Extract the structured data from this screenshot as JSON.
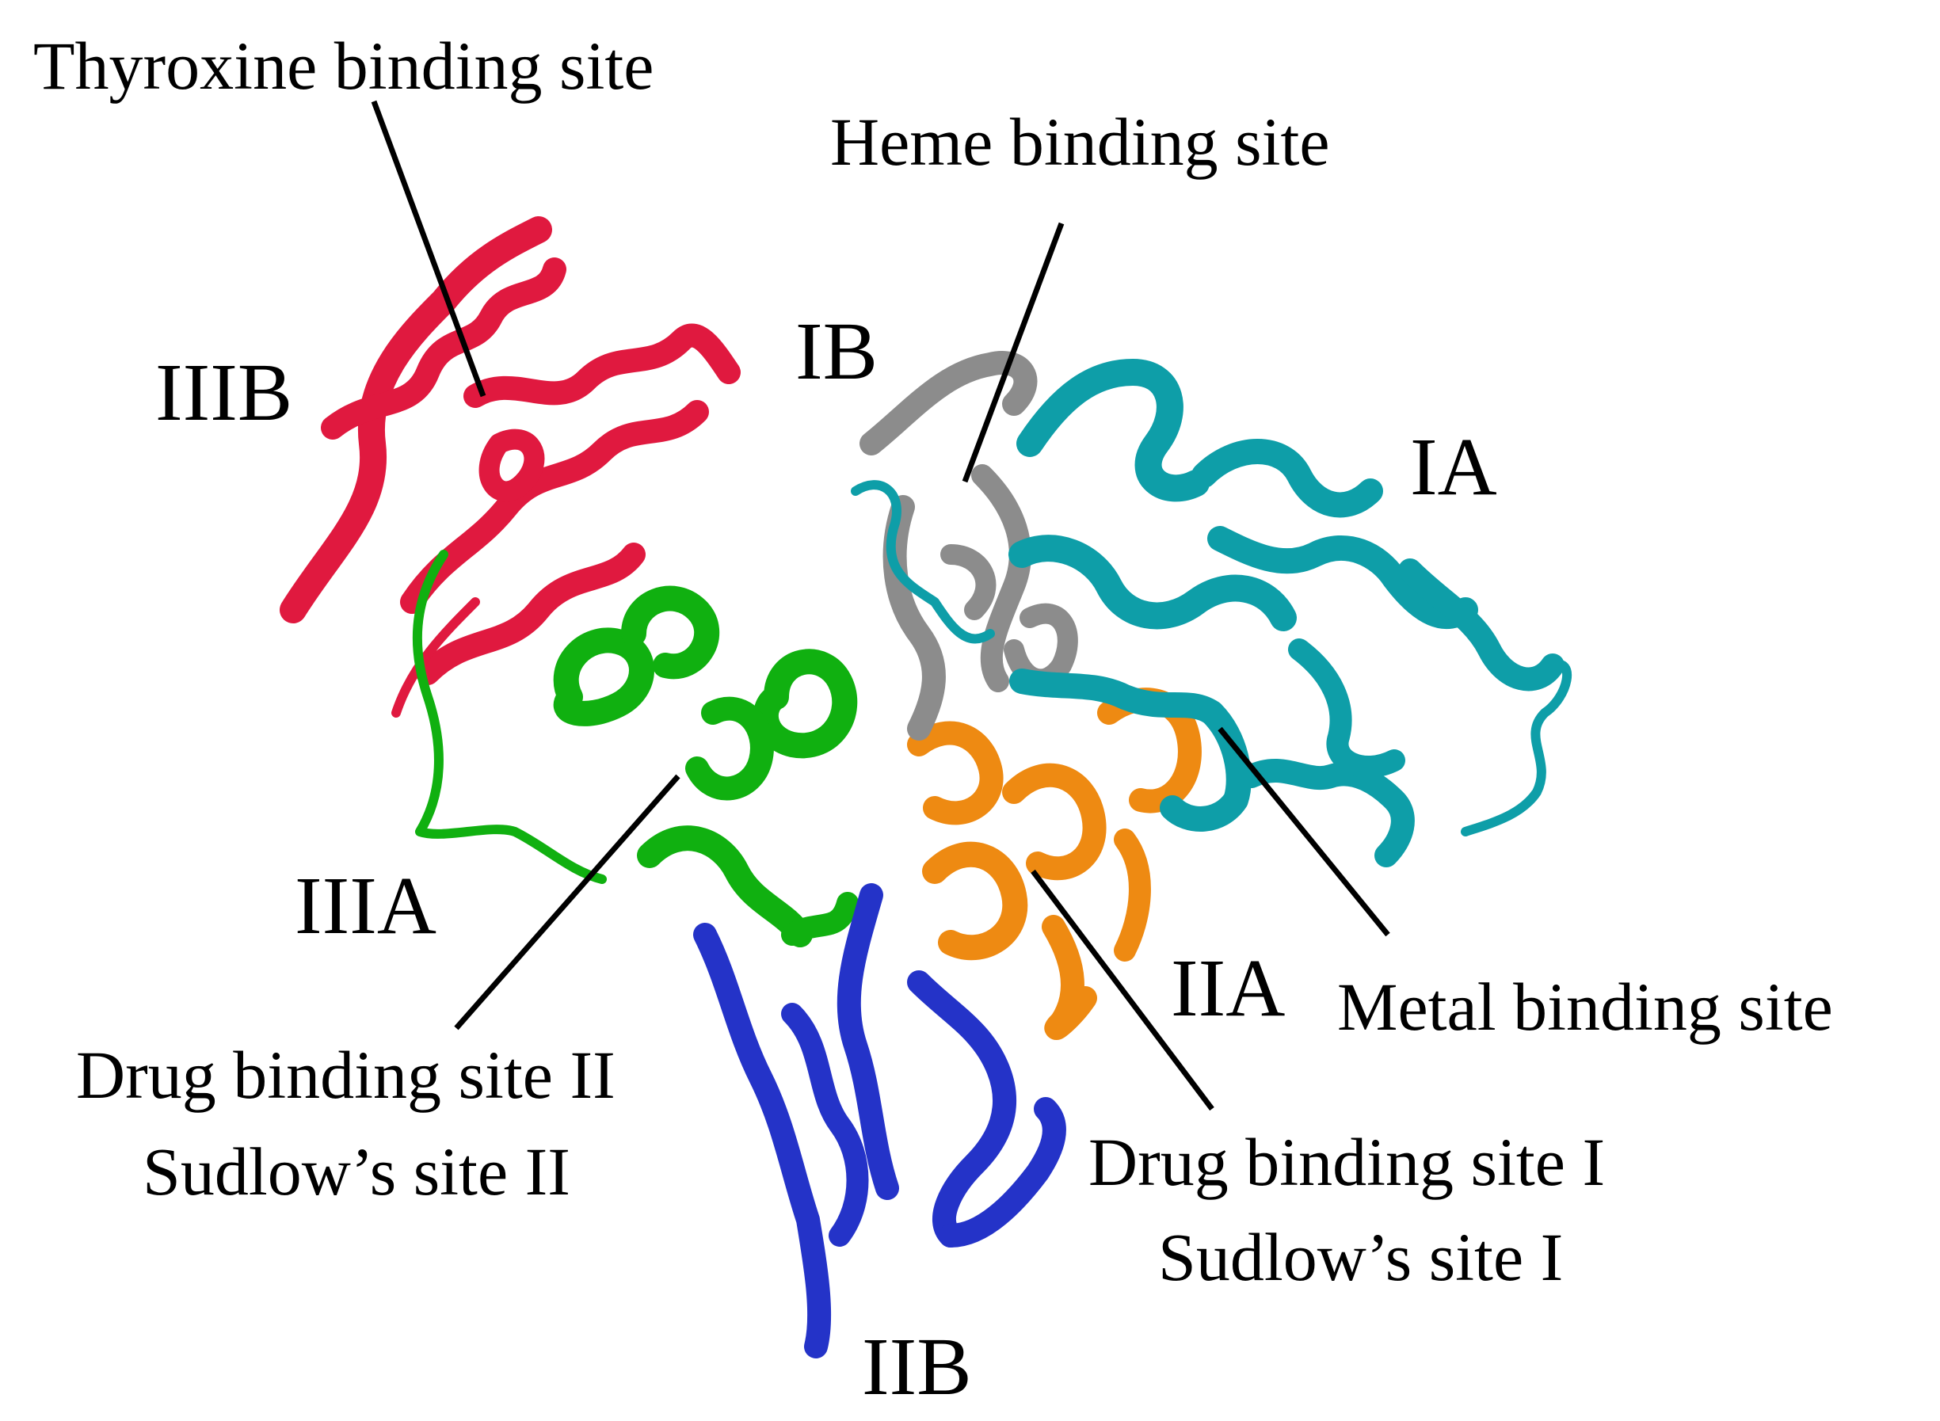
{
  "figure": {
    "colors": {
      "IIIB": "#e0193f",
      "IIIA": "#10b010",
      "IIB": "#2433c8",
      "IIA": "#ee8a12",
      "IB": "#8c8c8c",
      "IA": "#0e9ea8"
    },
    "domain_labels": {
      "IIIB": "IIIB",
      "IIIA": "IIIA",
      "IIB": "IIB",
      "IIA": "IIA",
      "IB": "IB",
      "IA": "IA"
    },
    "site_labels": {
      "thyroxine": "Thyroxine binding site",
      "heme": "Heme binding site",
      "metal": "Metal binding site",
      "drug2_line1": "Drug binding site II",
      "drug2_line2": "Sudlow’s site II",
      "drug1_line1": "Drug binding site I",
      "drug1_line2": "Sudlow’s site I"
    }
  }
}
